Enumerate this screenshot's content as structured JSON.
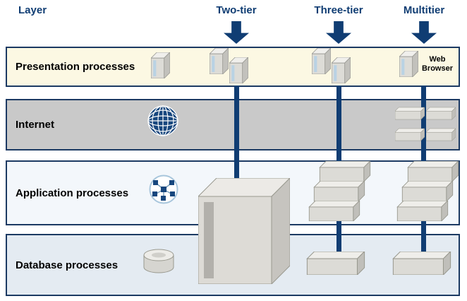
{
  "header": {
    "row_label": "Layer",
    "columns": [
      "Two-tier",
      "Three-tier",
      "Multitier"
    ]
  },
  "layers": [
    {
      "name": "Presentation processes"
    },
    {
      "name": "Internet"
    },
    {
      "name": "Application processes"
    },
    {
      "name": "Database processes"
    }
  ],
  "annotations": {
    "web_browser": "Web Browser"
  },
  "icons": {
    "arrow": "down-block-arrow-icon",
    "workstation": "workstation-tower-icon",
    "globe": "internet-globe-icon",
    "network": "network-cluster-icon",
    "server_tower": "large-server-tower-icon",
    "server_box": "server-box-icon",
    "database": "database-cylinder-icon"
  },
  "colors": {
    "navy": "#103d73",
    "presentation_band_bg": "#fcf8e3",
    "internet_band_bg": "#c9c9c9",
    "application_band_bg": "#f3f7fb",
    "database_band_bg": "#e4ebf2",
    "band_border": "#1c3a63"
  }
}
